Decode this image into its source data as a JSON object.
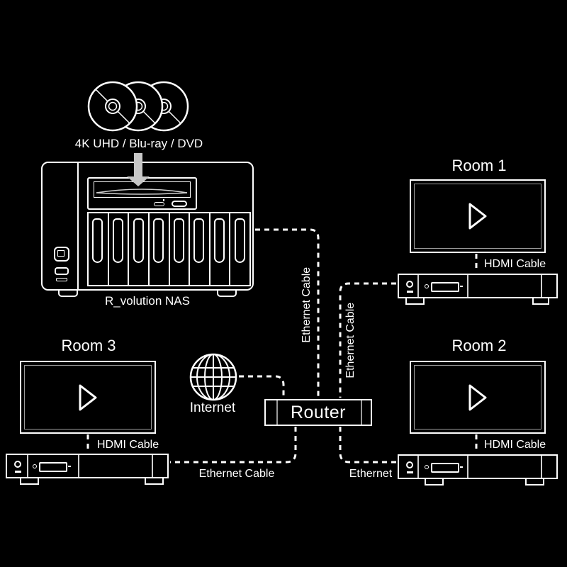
{
  "colors": {
    "background": "#000000",
    "stroke": "#ffffff",
    "dim_stroke": "#9a9a9a",
    "arrow_fill": "#c8c8c8"
  },
  "source": {
    "discs_label": "4K UHD / Blu-ray / DVD",
    "nas_label": "R_volution NAS"
  },
  "network": {
    "internet_label": "Internet",
    "router_label": "Router"
  },
  "cable_labels": {
    "nas_to_router": "Ethernet Cable",
    "room1_drop": "Ethernet Cable",
    "room3_run": "Ethernet Cable",
    "room2_run": "Ethernet",
    "hdmi_room1": "HDMI Cable",
    "hdmi_room2": "HDMI Cable",
    "hdmi_room3": "HDMI Cable"
  },
  "rooms": [
    {
      "title": "Room 1"
    },
    {
      "title": "Room 2"
    },
    {
      "title": "Room 3"
    }
  ],
  "icons": {
    "discs": "disc-stack-icon",
    "arrow": "insert-arrow-icon",
    "globe": "internet-globe-icon",
    "play": "play-icon"
  }
}
